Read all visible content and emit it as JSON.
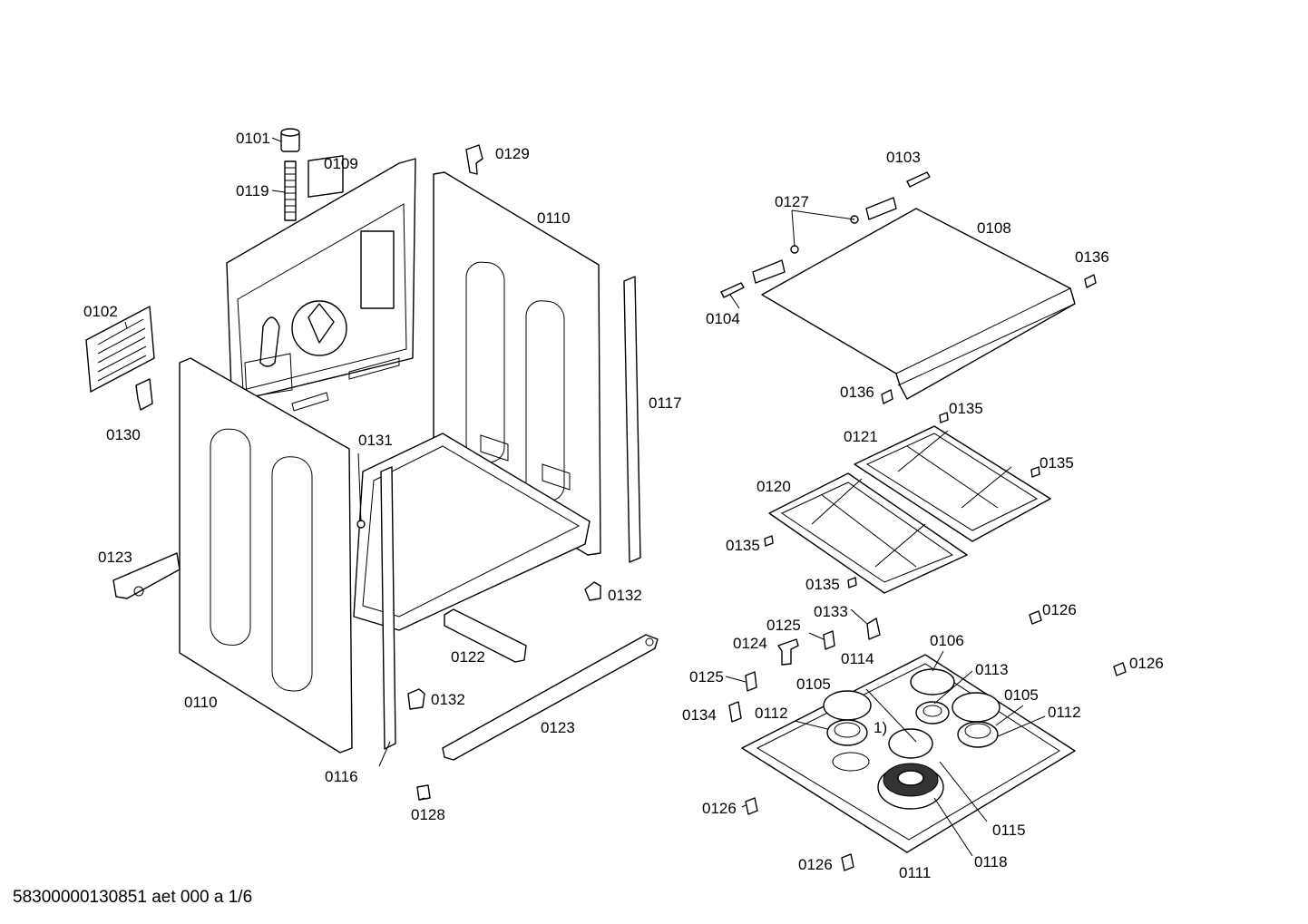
{
  "document_code": "58300000130851 aet 000 a 1/6",
  "callouts": [
    {
      "id": "0101"
    },
    {
      "id": "0119"
    },
    {
      "id": "0109"
    },
    {
      "id": "0129"
    },
    {
      "id": "0110"
    },
    {
      "id": "0102"
    },
    {
      "id": "0130"
    },
    {
      "id": "0110"
    },
    {
      "id": "0131"
    },
    {
      "id": "0117"
    },
    {
      "id": "0123"
    },
    {
      "id": "0122"
    },
    {
      "id": "0132"
    },
    {
      "id": "0132"
    },
    {
      "id": "0123"
    },
    {
      "id": "0116"
    },
    {
      "id": "0128"
    },
    {
      "id": "0103"
    },
    {
      "id": "0127"
    },
    {
      "id": "0108"
    },
    {
      "id": "0136"
    },
    {
      "id": "0104"
    },
    {
      "id": "0136"
    },
    {
      "id": "0135"
    },
    {
      "id": "0121"
    },
    {
      "id": "0135"
    },
    {
      "id": "0120"
    },
    {
      "id": "0135"
    },
    {
      "id": "0135"
    },
    {
      "id": "0133"
    },
    {
      "id": "0125"
    },
    {
      "id": "0126"
    },
    {
      "id": "0124"
    },
    {
      "id": "0114"
    },
    {
      "id": "0106"
    },
    {
      "id": "0126"
    },
    {
      "id": "0113"
    },
    {
      "id": "0125"
    },
    {
      "id": "0105"
    },
    {
      "id": "0105"
    },
    {
      "id": "0134"
    },
    {
      "id": "0112"
    },
    {
      "id": "0112"
    },
    {
      "id": "1)"
    },
    {
      "id": "0126"
    },
    {
      "id": "0115"
    },
    {
      "id": "0126"
    },
    {
      "id": "0118"
    },
    {
      "id": "0111"
    }
  ]
}
